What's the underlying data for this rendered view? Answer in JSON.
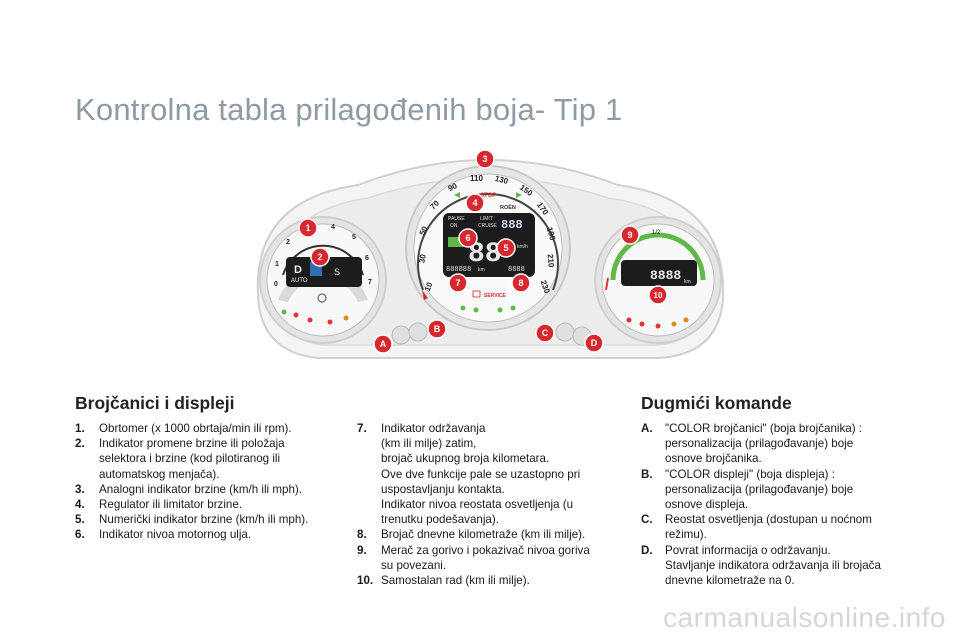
{
  "title": "Kontrolna tabla prilagođenih boja- Tip 1",
  "dashboard": {
    "callouts": [
      "1",
      "2",
      "3",
      "4",
      "5",
      "6",
      "7",
      "8",
      "9",
      "10"
    ],
    "buttons": [
      "A",
      "B",
      "C",
      "D"
    ],
    "gauge_left": {
      "ticks": [
        "0",
        "1",
        "2",
        "3",
        "4",
        "5",
        "6",
        "7"
      ],
      "gear": "D",
      "mode": "AUTO",
      "gear_symbol": "S"
    },
    "gauge_center": {
      "ticks": [
        "10",
        "30",
        "50",
        "70",
        "90",
        "110",
        "130",
        "150",
        "170",
        "190",
        "210",
        "230"
      ],
      "stop": "STOP",
      "brand": "ROËN",
      "pause": "PAUSE",
      "on": "ON",
      "limit": "LIMIT",
      "cruise": "CRUISE",
      "digits_top": "888",
      "digits_mid": "88",
      "speed_unit": "km/h",
      "odo": "888888",
      "odo_unit": "km",
      "trip": "8888",
      "service": "SERVICE"
    },
    "gauge_right": {
      "mark_half": "1/2",
      "display": "8888",
      "unit": "km"
    }
  },
  "section_left": {
    "heading": "Brojčanici i displeji",
    "items": [
      {
        "num": "1.",
        "text": "Obrtomer (x 1000 obrtaja/min ili rpm)."
      },
      {
        "num": "2.",
        "text": "Indikator promene brzine ili položaja\nselektora i brzine (kod pilotiranog ili\nautomatskog menjača)."
      },
      {
        "num": "3.",
        "text": "Analogni indikator brzine (km/h ili mph)."
      },
      {
        "num": "4.",
        "text": "Regulator ili limitator brzine."
      },
      {
        "num": "5.",
        "text": "Numerički indikator brzine (km/h ili mph)."
      },
      {
        "num": "6.",
        "text": "Indikator nivoa motornog ulja."
      }
    ]
  },
  "section_middle": {
    "items": [
      {
        "num": "7.",
        "text": "Indikator održavanja\n(km ili milje) zatim,\nbrojač ukupnog broja kilometara.\nOve dve funkcije pale se uzastopno pri\nuspostavljanju kontakta.\nIndikator nivoa reostata osvetljenja (u\ntrenutku podešavanja)."
      },
      {
        "num": "8.",
        "text": "Brojač dnevne kilometraže (km ili milje)."
      },
      {
        "num": "9.",
        "text": "Merač za gorivo i pokazivač nivoa goriva\nsu povezani."
      },
      {
        "num": "10.",
        "text": "Samostalan rad (km ili milje)."
      }
    ]
  },
  "section_right": {
    "heading": "Dugmići komande",
    "items": [
      {
        "num": "A.",
        "text": "\"COLOR brojčanici\" (boja brojčanika) :\npersonalizacija (prilagođavanje) boje\nosnove brojčanika."
      },
      {
        "num": "B.",
        "text": "\"COLOR displeji\" (boja displeja) :\npersonalizacija (prilagođavanje) boje\nosnove displeja."
      },
      {
        "num": "C.",
        "text": "Reostat osvetljenja (dostupan u noćnom\nrežimu)."
      },
      {
        "num": "D.",
        "text": "Povrat informacija o održavanju.\nStavljanje indikatora održavanja ili brojača\ndnevne kilometraže na 0."
      }
    ]
  },
  "watermark": "carmanualsonline.info",
  "colors": {
    "title": "#8f9aa4",
    "callout": "#d8282f",
    "button": "#d8282f",
    "lcd_green": "#5fb84a",
    "lcd_dark": "#1c1c1c",
    "lcd_blue": "#2f6fb0"
  }
}
